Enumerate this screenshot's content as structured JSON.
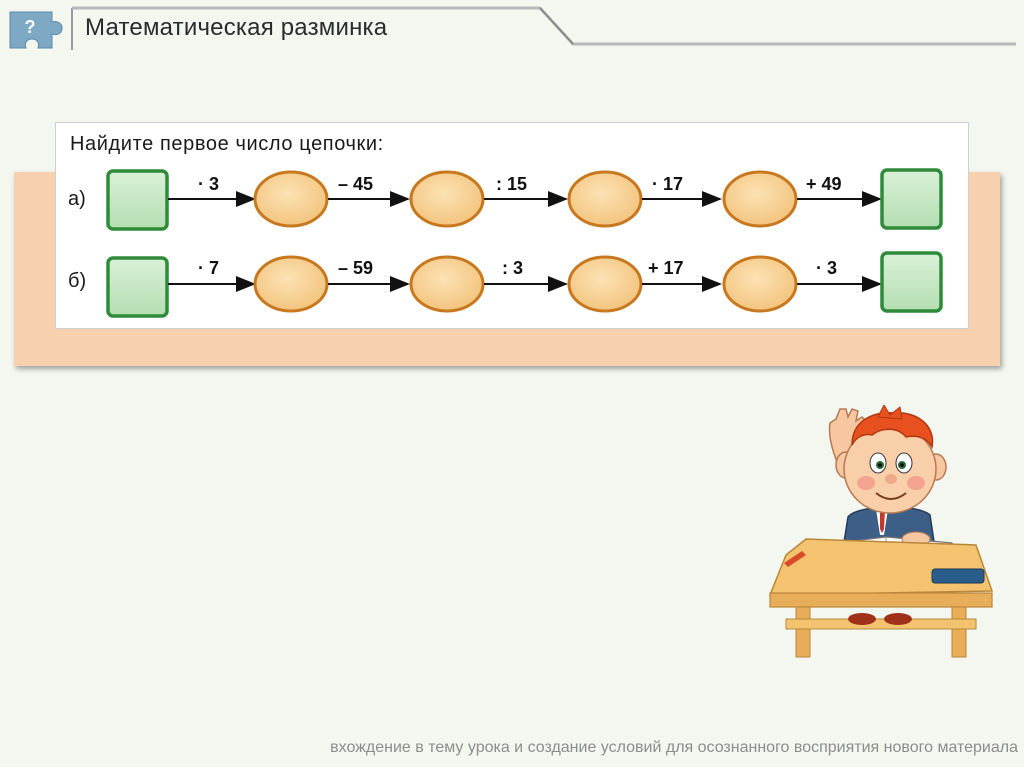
{
  "header": {
    "help_glyph": "?",
    "title": "Математическая разминка"
  },
  "task": {
    "heading": "Найдите первое число цепочки:",
    "rows": [
      {
        "label": "а)",
        "operations": [
          "· 3",
          "– 45",
          ": 15",
          "· 17",
          "+ 49"
        ]
      },
      {
        "label": "б)",
        "operations": [
          "· 7",
          "– 59",
          ": 3",
          "+ 17",
          "· 3"
        ]
      }
    ]
  },
  "footer": {
    "caption": "вхождение в тему урока и создание условий для осознанного восприятия нового материала"
  },
  "colors": {
    "panel": "#f7d0ae",
    "square_fill": "#c8e8c6",
    "square_border": "#2e8b3a",
    "oval_fill": "#f8d49a",
    "oval_border": "#c8781e",
    "icon": "#7ea9c4"
  },
  "icons": [
    "puzzle-help-icon",
    "boy-at-desk-illustration"
  ]
}
